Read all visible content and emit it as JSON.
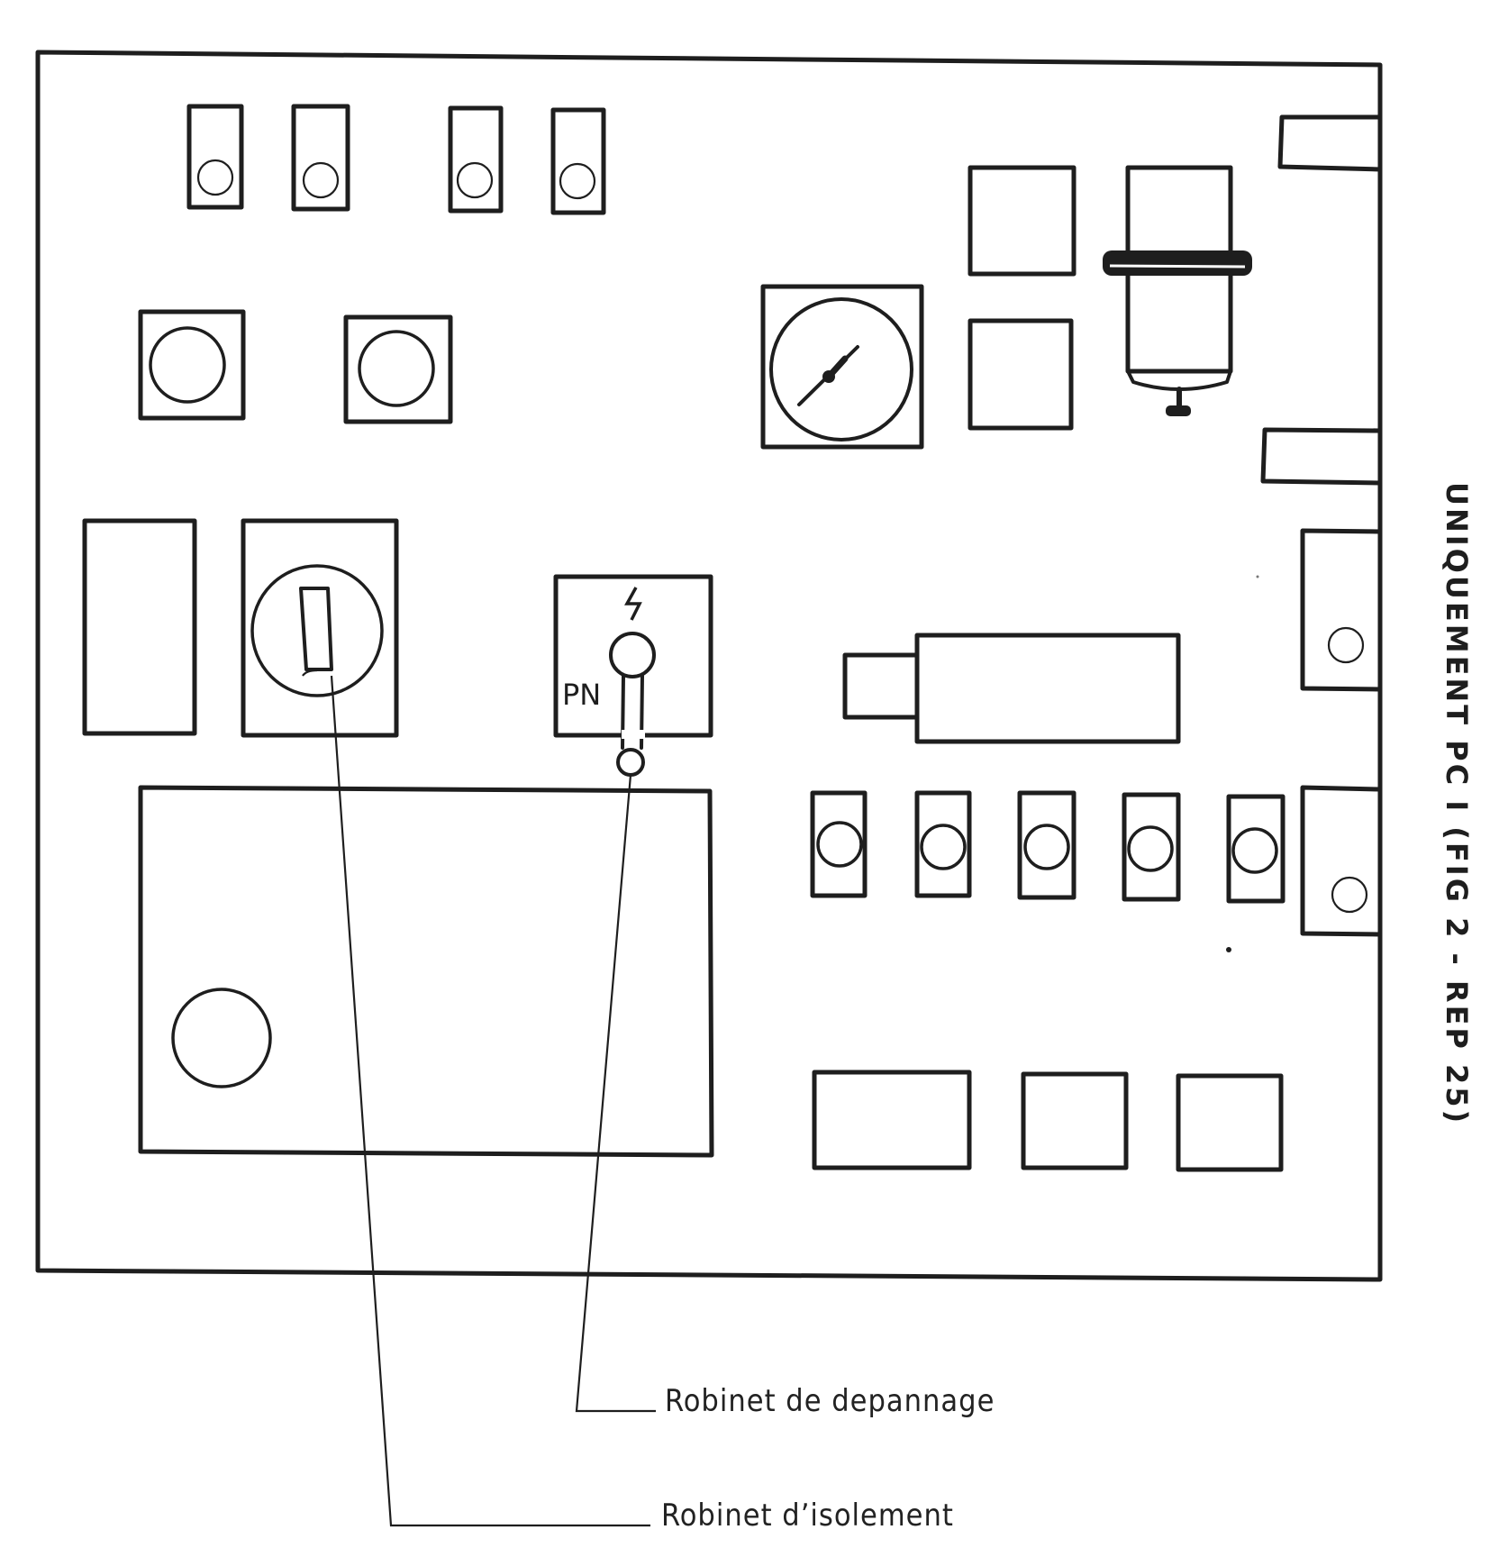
{
  "diagram": {
    "type": "control-panel-front-view",
    "switch_label": "PN",
    "switch_symbol": "lightning-icon",
    "callouts": {
      "repair_valve": "Robinet de depannage",
      "isolation_valve": "Robinet d’isolement"
    },
    "side_note": "UNIQUEMENT PC I (FIG 2 - REP 25)",
    "line_color": "#1e1e1e",
    "background_color": "#ffffff"
  }
}
